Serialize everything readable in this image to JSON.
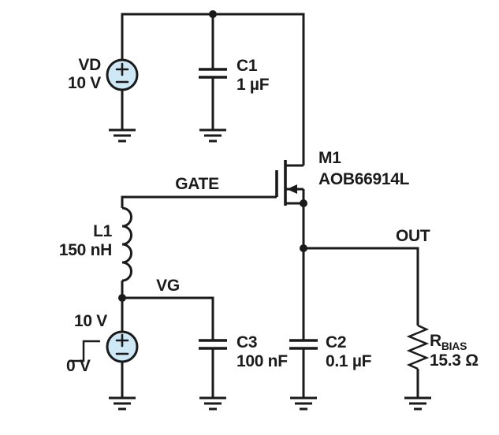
{
  "colors": {
    "wire": "#1a1a1a",
    "text": "#1b1b1b",
    "source_fill": "#cfe8f5",
    "background": "#ffffff"
  },
  "components": {
    "vd_source": {
      "name": "VD",
      "value": "10 V"
    },
    "c1": {
      "name": "C1",
      "value": "1 µF"
    },
    "m1": {
      "name": "M1",
      "part": "AOB66914L"
    },
    "l1": {
      "name": "L1",
      "value": "150 nH"
    },
    "vg_step_source": {
      "high": "10 V",
      "low": "0 V"
    },
    "c3": {
      "name": "C3",
      "value": "100 nF"
    },
    "c2": {
      "name": "C2",
      "value": "0.1 µF"
    },
    "rbias": {
      "name": "R",
      "sub": "BIAS",
      "value": "15.3 Ω"
    }
  },
  "nets": {
    "gate": "GATE",
    "vg": "VG",
    "out": "OUT"
  }
}
